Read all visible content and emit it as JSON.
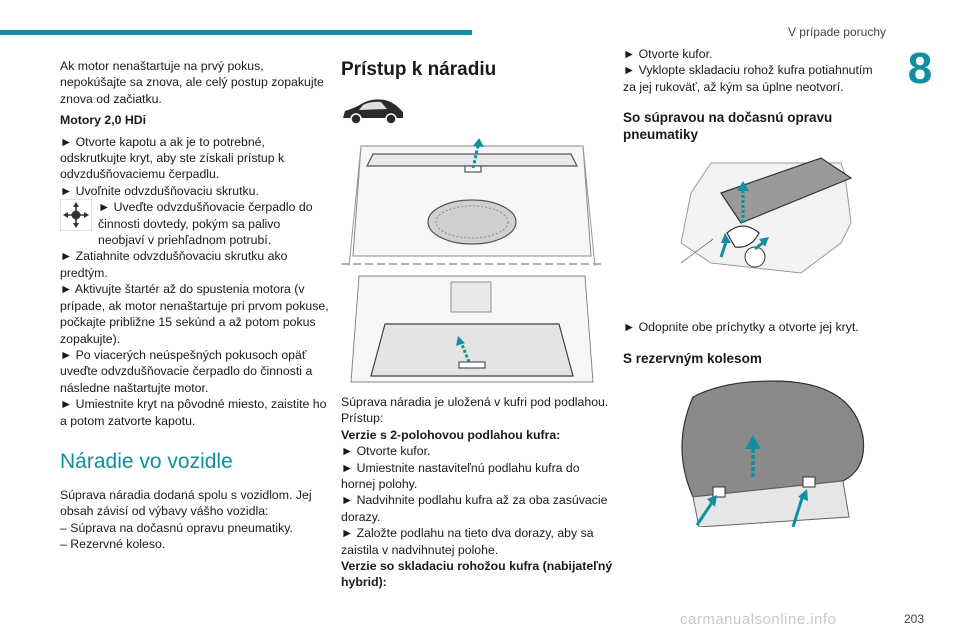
{
  "header": {
    "running_title": "V prípade poruchy",
    "chapter": "8",
    "accent": "#0f8fa0"
  },
  "col1": {
    "intro": "Ak motor nenaštartuje na prvý pokus, nepokúšajte sa znova, ale celý postup zopakujte znova od začiatku.",
    "motor_heading": "Motory 2,0 HDi",
    "step1": "► Otvorte kapotu a ak je to potrebné, odskrutkujte kryt, aby ste získali prístup k odvzdušňovaciemu čerpadlu.",
    "step2": "► Uvoľnite odvzdušňovaciu skrutku.",
    "step3": "► Uveďte odvzdušňovacie čerpadlo do činnosti dovtedy, pokým sa palivo neobjaví v priehľadnom potrubí.",
    "step4": "► Zatiahnite odvzdušňovaciu skrutku ako predtým.",
    "step5": "► Aktivujte štartér až do spustenia motora (v prípade, ak motor nenaštartuje pri prvom pokuse, počkajte približne 15 sekúnd a až potom pokus zopakujte).",
    "step6": "► Po viacerých neúspešných pokusoch opäť uveďte odvzdušňovacie čerpadlo do činnosti a následne naštartujte motor.",
    "step7": "► Umiestnite kryt na pôvodné miesto, zaistite ho a potom zatvorte kapotu.",
    "section_title": "Náradie vo vozidle",
    "section_intro": "Súprava náradia dodaná spolu s vozidlom. Jej obsah závisí od výbavy vášho vozidla:",
    "list1": "– Súprava na dočasnú opravu pneumatiky.",
    "list2": "– Rezervné koleso."
  },
  "col2": {
    "title": "Prístup k náradiu",
    "body1": "Súprava náradia je uložená v kufri pod podlahou.",
    "body2": "Prístup:",
    "variant1": "Verzie s 2-polohovou podlahou kufra:",
    "v1s1": "► Otvorte kufor.",
    "v1s2": "► Umiestnite nastaviteľnú podlahu kufra do hornej polohy.",
    "v1s3": "► Nadvihnite podlahu kufra až za oba zasúvacie dorazy.",
    "v1s4": "► Založte podlahu na tieto dva dorazy, aby sa zaistila v nadvihnutej polohe.",
    "variant2": "Verzie so skladaciu rohožou kufra (nabijateľný hybrid):"
  },
  "col3": {
    "s1": "► Otvorte kufor.",
    "s2": "► Vyklopte skladaciu rohož kufra potiahnutím za jej rukoväť, až kým sa úplne neotvorí.",
    "sub1": "So súpravou na dočasnú opravu pneumatiky",
    "sub1_step": "► Odopnite obe príchytky a otvorte jej kryt.",
    "sub2": "S rezervným kolesom"
  },
  "footer": {
    "page": "203",
    "watermark": "carmanualsonline.info"
  }
}
